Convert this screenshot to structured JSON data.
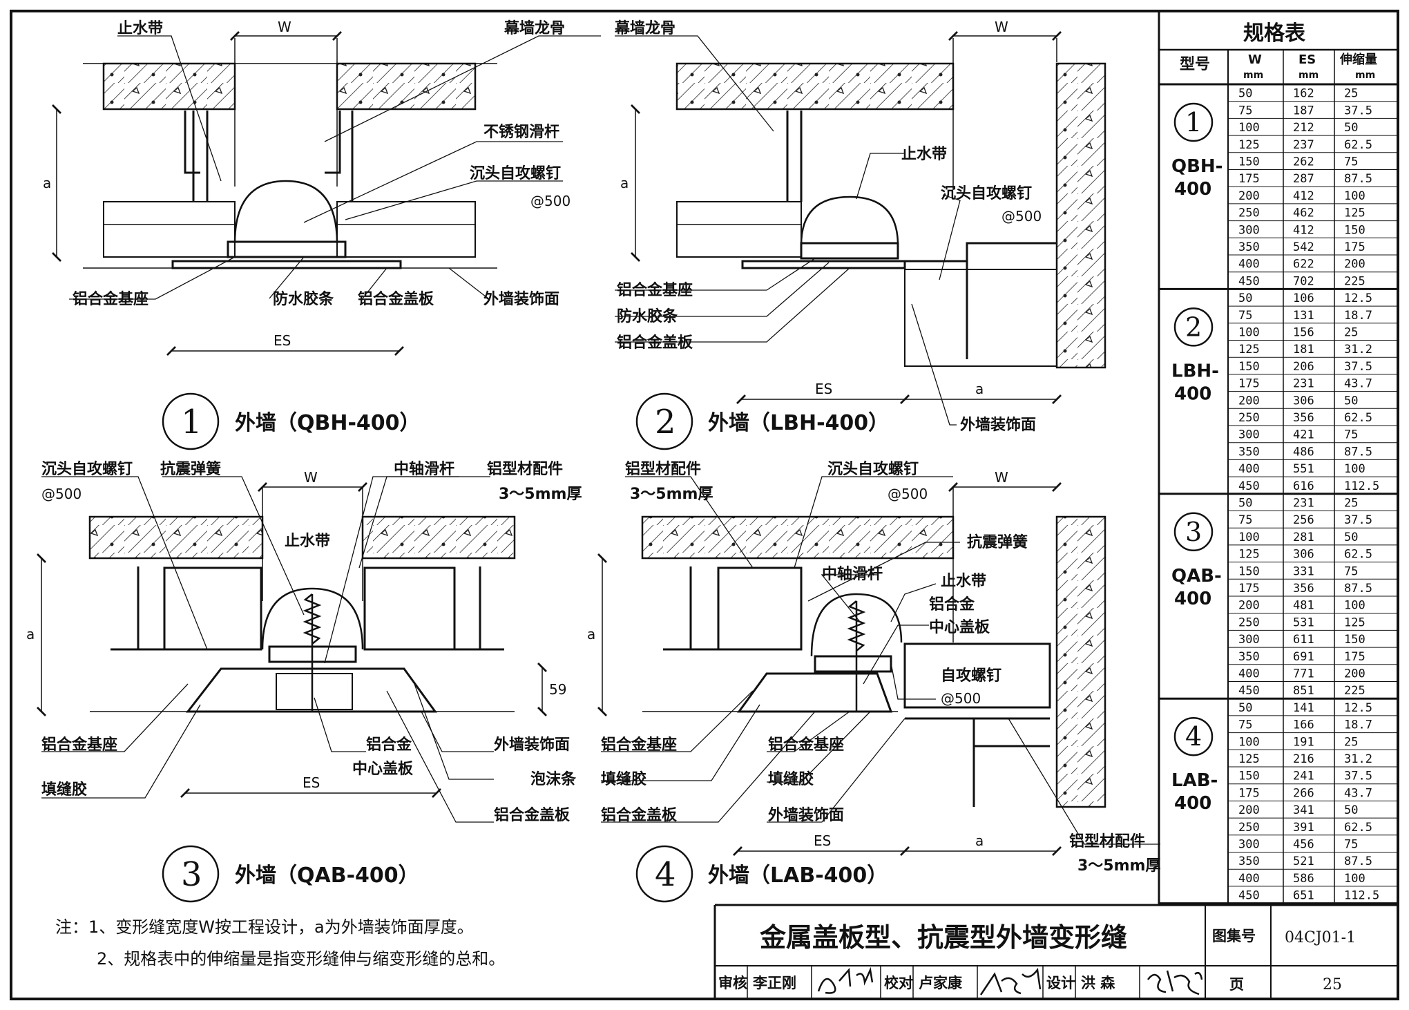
{
  "spec_table": {
    "title": "规格表",
    "headers": {
      "model": "型号",
      "w": "W",
      "w_unit": "mm",
      "es": "ES",
      "es_unit": "mm",
      "stretch": "伸缩量",
      "stretch_unit": "mm"
    },
    "groups": [
      {
        "num": "1",
        "model_line1": "QBH-",
        "model_line2": "400",
        "rows": [
          [
            "50",
            "162",
            "25"
          ],
          [
            "75",
            "187",
            "37.5"
          ],
          [
            "100",
            "212",
            "50"
          ],
          [
            "125",
            "237",
            "62.5"
          ],
          [
            "150",
            "262",
            "75"
          ],
          [
            "175",
            "287",
            "87.5"
          ],
          [
            "200",
            "412",
            "100"
          ],
          [
            "250",
            "462",
            "125"
          ],
          [
            "300",
            "412",
            "150"
          ],
          [
            "350",
            "542",
            "175"
          ],
          [
            "400",
            "622",
            "200"
          ],
          [
            "450",
            "702",
            "225"
          ]
        ]
      },
      {
        "num": "2",
        "model_line1": "LBH-",
        "model_line2": "400",
        "rows": [
          [
            "50",
            "106",
            "12.5"
          ],
          [
            "75",
            "131",
            "18.7"
          ],
          [
            "100",
            "156",
            "25"
          ],
          [
            "125",
            "181",
            "31.2"
          ],
          [
            "150",
            "206",
            "37.5"
          ],
          [
            "175",
            "231",
            "43.7"
          ],
          [
            "200",
            "306",
            "50"
          ],
          [
            "250",
            "356",
            "62.5"
          ],
          [
            "300",
            "421",
            "75"
          ],
          [
            "350",
            "486",
            "87.5"
          ],
          [
            "400",
            "551",
            "100"
          ],
          [
            "450",
            "616",
            "112.5"
          ]
        ]
      },
      {
        "num": "3",
        "model_line1": "QAB-",
        "model_line2": "400",
        "rows": [
          [
            "50",
            "231",
            "25"
          ],
          [
            "75",
            "256",
            "37.5"
          ],
          [
            "100",
            "281",
            "50"
          ],
          [
            "125",
            "306",
            "62.5"
          ],
          [
            "150",
            "331",
            "75"
          ],
          [
            "175",
            "356",
            "87.5"
          ],
          [
            "200",
            "481",
            "100"
          ],
          [
            "250",
            "531",
            "125"
          ],
          [
            "300",
            "611",
            "150"
          ],
          [
            "350",
            "691",
            "175"
          ],
          [
            "400",
            "771",
            "200"
          ],
          [
            "450",
            "851",
            "225"
          ]
        ]
      },
      {
        "num": "4",
        "model_line1": "LAB-",
        "model_line2": "400",
        "rows": [
          [
            "50",
            "141",
            "12.5"
          ],
          [
            "75",
            "166",
            "18.7"
          ],
          [
            "100",
            "191",
            "25"
          ],
          [
            "125",
            "216",
            "31.2"
          ],
          [
            "150",
            "241",
            "37.5"
          ],
          [
            "175",
            "266",
            "43.7"
          ],
          [
            "200",
            "341",
            "50"
          ],
          [
            "250",
            "391",
            "62.5"
          ],
          [
            "300",
            "456",
            "75"
          ],
          [
            "350",
            "521",
            "87.5"
          ],
          [
            "400",
            "586",
            "100"
          ],
          [
            "450",
            "651",
            "112.5"
          ]
        ]
      }
    ]
  },
  "details": [
    {
      "num": "1",
      "caption": "外墙（QBH-400）",
      "labels": {
        "waterstop": "止水带",
        "keel": "幕墙龙骨",
        "rod": "不锈钢滑杆",
        "screw": "沉头自攻螺钉",
        "screw_spacing": "@500",
        "base": "铝合金基座",
        "strip": "防水胶条",
        "cover": "铝合金盖板",
        "finish": "外墙装饰面"
      },
      "dims": {
        "w": "W",
        "a": "a",
        "es": "ES"
      }
    },
    {
      "num": "2",
      "caption": "外墙（LBH-400）",
      "labels": {
        "keel": "幕墙龙骨",
        "waterstop": "止水带",
        "screw": "沉头自攻螺钉",
        "screw_spacing": "@500",
        "base": "铝合金基座",
        "strip": "防水胶条",
        "cover": "铝合金盖板",
        "finish": "外墙装饰面"
      },
      "dims": {
        "w": "W",
        "a": "a",
        "es": "ES",
        "a2": "a"
      }
    },
    {
      "num": "3",
      "caption": "外墙（QAB-400）",
      "labels": {
        "screw": "沉头自攻螺钉",
        "screw_spacing": "@500",
        "spring": "抗震弹簧",
        "rod": "中轴滑杆",
        "fitting": "铝型材配件",
        "fitting_thk": "3～5mm厚",
        "waterstop": "止水带",
        "base": "铝合金基座",
        "filler": "填缝胶",
        "center1": "铝合金",
        "center2": "中心盖板",
        "finish": "外墙装饰面",
        "foam": "泡沫条",
        "cover": "铝合金盖板"
      },
      "dims": {
        "w": "W",
        "a": "a",
        "es": "ES",
        "h59": "59"
      }
    },
    {
      "num": "4",
      "caption": "外墙（LAB-400）",
      "labels": {
        "fitting": "铝型材配件",
        "fitting_thk": "3～5mm厚",
        "screw": "沉头自攻螺钉",
        "screw_spacing": "@500",
        "spring": "抗震弹簧",
        "rod": "中轴滑杆",
        "waterstop": "止水带",
        "center1": "铝合金",
        "center2": "中心盖板",
        "self_screw": "自攻螺钉",
        "self_spacing": "@500",
        "base": "铝合金基座",
        "filler": "填缝胶",
        "cover": "铝合金盖板",
        "finish": "外墙装饰面",
        "fitting2": "铝型材配件",
        "fitting2_thk": "3～5mm厚"
      },
      "dims": {
        "w": "W",
        "a": "a",
        "es": "ES",
        "a2": "a"
      }
    }
  ],
  "notes": {
    "line1": "注：1、变形缝宽度W按工程设计，a为外墙装饰面厚度。",
    "line2": "2、规格表中的伸缩量是指变形缝伸与缩变形缝的总和。"
  },
  "title_block": {
    "title": "金属盖板型、抗震型外墙变形缝",
    "atlas_label": "图集号",
    "atlas_no": "04CJ01-1",
    "review_label": "审核",
    "reviewer": "李正刚",
    "check_label": "校对",
    "checker": "卢家康",
    "design_label": "设计",
    "designer": "洪  森",
    "page_label": "页",
    "page_no": "25"
  },
  "signatures": {
    "review": "李正刚",
    "check": "卢家康",
    "design": "洪森"
  }
}
